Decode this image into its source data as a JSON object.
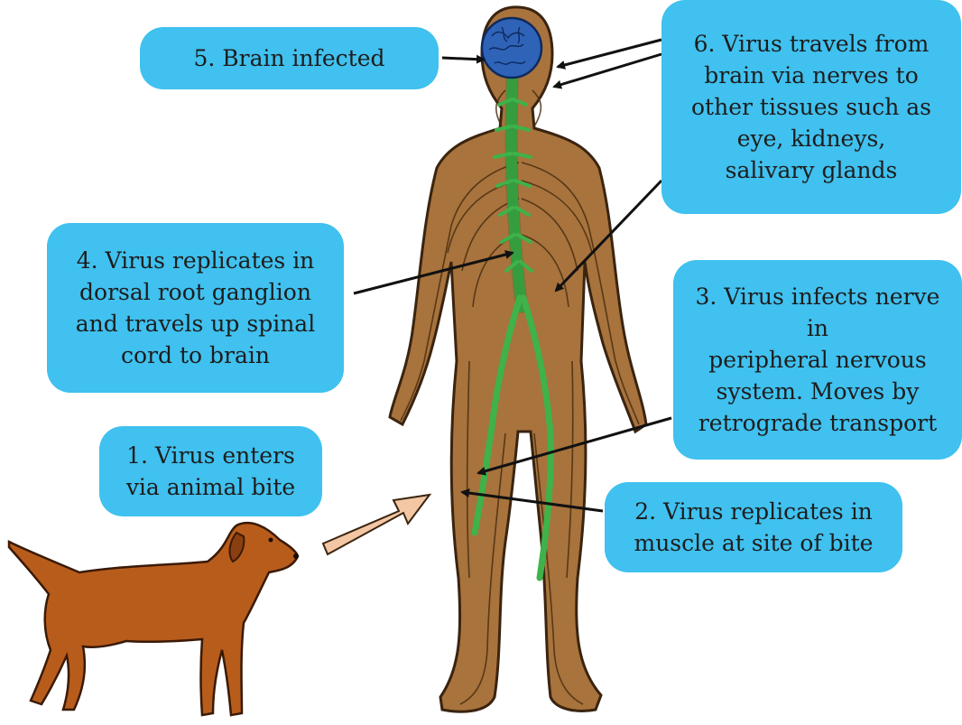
{
  "colors": {
    "box_fill": "#40c1ef",
    "body_skin": "#a8733c",
    "nerve_green": "#3fb24a",
    "brain_blue": "#2f63b8",
    "dog_fill": "#b85c1c",
    "entry_arrow_fill": "#f3c7a4"
  },
  "labels": {
    "step1": "1. Virus enters\nvia animal bite",
    "step2": "2. Virus replicates in\nmuscle at site of bite",
    "step3": "3. Virus infects nerve in\nperipheral nervous\nsystem. Moves by\nretrograde transport",
    "step4": "4. Virus replicates in\ndorsal root ganglion\nand travels up spinal\ncord to brain",
    "step5": "5. Brain infected",
    "step6": "6. Virus travels from\nbrain via nerves to\nother tissues such as\neye, kidneys,\nsalivary glands"
  },
  "figures": {
    "human": "human-body-nervous-system",
    "brain": "brain-icon",
    "dog": "dog-icon"
  }
}
